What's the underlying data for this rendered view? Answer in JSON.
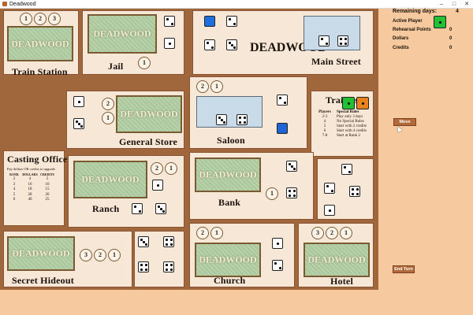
{
  "window": {
    "title": "Deadwood",
    "min": "–",
    "max": "□",
    "close": "✕"
  },
  "board": {
    "logo": "DEADWOOD",
    "card_back": "DEADWOOD",
    "rooms": {
      "train_station": "Train Station",
      "jail": "Jail",
      "main_street": "Main Street",
      "general_store": "General Store",
      "saloon": "Saloon",
      "trailers": "Trailers",
      "casting_office": "Casting Office",
      "ranch": "Ranch",
      "bank": "Bank",
      "secret_hideout": "Secret Hideout",
      "church": "Church",
      "hotel": "Hotel"
    },
    "trailer_table": {
      "headers": [
        "Players",
        "Special Rules"
      ],
      "rows": [
        [
          "2-3",
          "Play only 3 days"
        ],
        [
          "4",
          "No Special Rules"
        ],
        [
          "5",
          "Start with 2 credits"
        ],
        [
          "6",
          "Start with 4 credits"
        ],
        [
          "7-8",
          "Start at Rank 2"
        ]
      ]
    },
    "casting_office": {
      "subtitle": "Pay dollars OR credits to upgrade.",
      "headers": [
        "RANK",
        "DOLLARS",
        "CREDITS"
      ],
      "rows": [
        [
          "2",
          "4",
          "5"
        ],
        [
          "3",
          "10",
          "10"
        ],
        [
          "4",
          "18",
          "15"
        ],
        [
          "5",
          "28",
          "20"
        ],
        [
          "6",
          "40",
          "25"
        ]
      ]
    },
    "shots": {
      "train_station": [
        "1",
        "2",
        "3"
      ],
      "jail": [
        "1"
      ],
      "general_store": [
        "2",
        "1"
      ],
      "saloon": [
        "2",
        "1"
      ],
      "ranch": [
        "2",
        "1"
      ],
      "bank": [
        "1"
      ],
      "secret_hideout": [
        "3",
        "2",
        "1"
      ],
      "church": [
        "2",
        "1"
      ],
      "hotel": [
        "3",
        "2",
        "1"
      ]
    },
    "tokens": {
      "player_green": "#22c032",
      "player_orange": "#e8821e",
      "saloon_blue": "#1f63d6"
    }
  },
  "panel": {
    "remaining_days_label": "Remaining days:",
    "remaining_days": "4",
    "active_player_label": "Active Player",
    "rehearsal_label": "Rehearsal Points",
    "rehearsal": "0",
    "dollars_label": "Dollars",
    "dollars": "0",
    "credits_label": "Credits",
    "credits": "0",
    "active_player_color": "#22c032",
    "move_button": "Move",
    "end_turn_button": "End Turn"
  }
}
